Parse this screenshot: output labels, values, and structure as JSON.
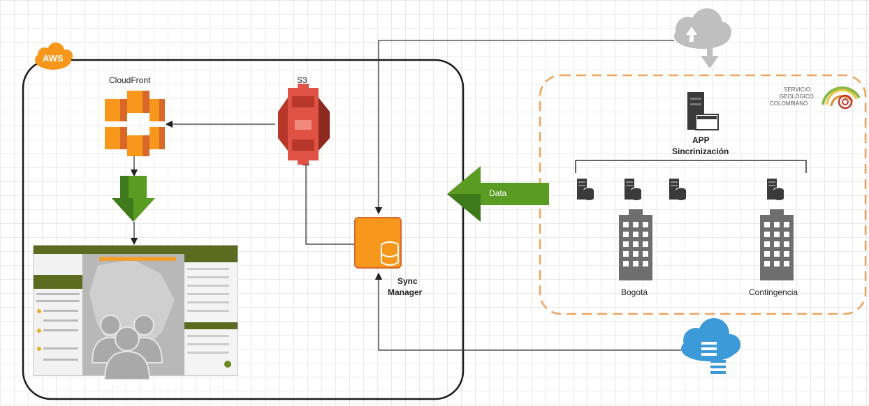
{
  "aws": {
    "badge": "AWS"
  },
  "cloudfront": {
    "label": "CloudFront"
  },
  "s3": {
    "label": "S3"
  },
  "sync_manager": {
    "label_line1": "Sync",
    "label_line2": "Manager"
  },
  "data_arrow": {
    "label": "Data"
  },
  "sgc": {
    "logo_line1": "SERVICIO",
    "logo_line2": "GEOLÓGICO",
    "logo_line3": "COLOMBIANO",
    "app_line1": "APP",
    "app_line2": "Sincrinización",
    "site1": "Bogotá",
    "site2": "Contingencia"
  },
  "colors": {
    "aws_orange": "#f7981d",
    "aws_dark_orange": "#d9672a",
    "s3_red": "#e05243",
    "data_green": "#5a9b22",
    "cloud_blue": "#3d9ad8",
    "sgc_dashed": "#f0a35e"
  }
}
